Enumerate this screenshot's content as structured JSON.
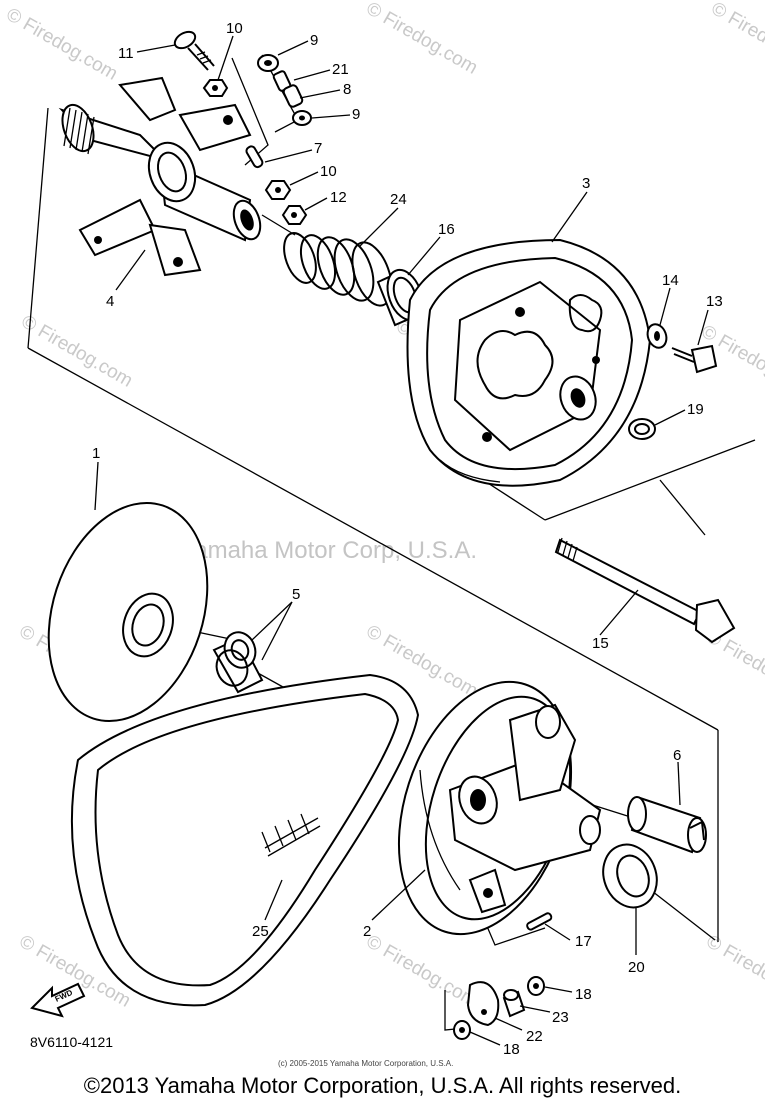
{
  "diagram": {
    "callouts": [
      {
        "id": "c11",
        "text": "11"
      },
      {
        "id": "c10a",
        "text": "10"
      },
      {
        "id": "c9a",
        "text": "9"
      },
      {
        "id": "c21",
        "text": "21"
      },
      {
        "id": "c8",
        "text": "8"
      },
      {
        "id": "c9b",
        "text": "9"
      },
      {
        "id": "c7",
        "text": "7"
      },
      {
        "id": "c10b",
        "text": "10"
      },
      {
        "id": "c12",
        "text": "12"
      },
      {
        "id": "c24",
        "text": "24"
      },
      {
        "id": "c16",
        "text": "16"
      },
      {
        "id": "c3",
        "text": "3"
      },
      {
        "id": "c4",
        "text": "4"
      },
      {
        "id": "c14",
        "text": "14"
      },
      {
        "id": "c13",
        "text": "13"
      },
      {
        "id": "c19",
        "text": "19"
      },
      {
        "id": "c1",
        "text": "1"
      },
      {
        "id": "c5",
        "text": "5"
      },
      {
        "id": "c15",
        "text": "15"
      },
      {
        "id": "c6",
        "text": "6"
      },
      {
        "id": "c25",
        "text": "25"
      },
      {
        "id": "c2",
        "text": "2"
      },
      {
        "id": "c17",
        "text": "17"
      },
      {
        "id": "c20",
        "text": "20"
      },
      {
        "id": "c18a",
        "text": "18"
      },
      {
        "id": "c23",
        "text": "23"
      },
      {
        "id": "c22",
        "text": "22"
      },
      {
        "id": "c18b",
        "text": "18"
      }
    ],
    "fwd_label": "FWD",
    "diagram_code": "8V6110-4121",
    "center_watermark": "Yamaha Motor Corp, U.S.A.",
    "tile_watermark": "© Firedog.com",
    "small_copyright": "(c) 2005-2015 Yamaha Motor Corporation, U.S.A."
  },
  "footer": {
    "copyright": "©2013 Yamaha Motor Corporation, U.S.A. All rights reserved."
  }
}
